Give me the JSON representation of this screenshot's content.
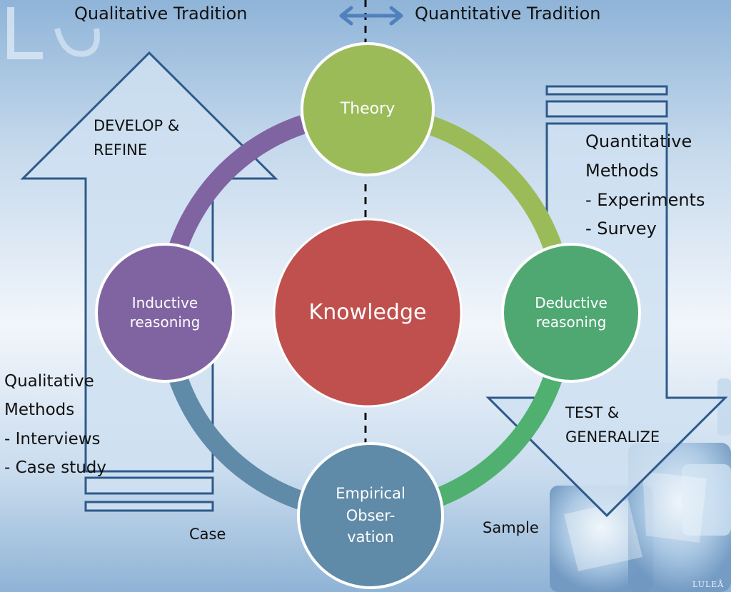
{
  "header": {
    "left_title": "Qualitative Tradition",
    "right_title": "Quantitative Tradition"
  },
  "left_arrow": {
    "label_lines": [
      "DEVELOP &",
      "REFINE"
    ]
  },
  "right_arrow": {
    "label_lines": [
      "TEST &",
      "GENERALIZE"
    ]
  },
  "nodes": {
    "theory": {
      "label": "Theory",
      "color": "#9bbb59"
    },
    "knowledge": {
      "label": "Knowledge",
      "color": "#c0504d"
    },
    "inductive": {
      "label_lines": [
        "Inductive",
        "reasoning"
      ],
      "color": "#8064a2"
    },
    "deductive": {
      "label_lines": [
        "Deductive",
        "reasoning"
      ],
      "color": "#4fa872"
    },
    "empirical": {
      "label_lines": [
        "Empirical",
        "Obser-",
        "vation"
      ],
      "color": "#5f8aa8"
    }
  },
  "qualitative_methods": {
    "lines": [
      "Qualitative",
      "Methods",
      "- Interviews",
      "- Case study"
    ]
  },
  "quantitative_methods": {
    "lines": [
      "Quantitative",
      "Methods",
      "- Experiments",
      "- Survey"
    ]
  },
  "bottom_labels": {
    "case": "Case",
    "sample": "Sample"
  },
  "watermark": "LULEÅ",
  "colors": {
    "arc_purple": "#8064a2",
    "arc_green": "#9bbb59",
    "arc_blue": "#5f8aa8",
    "arc_teal": "#4fb070",
    "arrow_fill": "#cfe0f1",
    "arrow_stroke": "#2f5a8a",
    "exchange_arrow": "#4f81bd"
  }
}
